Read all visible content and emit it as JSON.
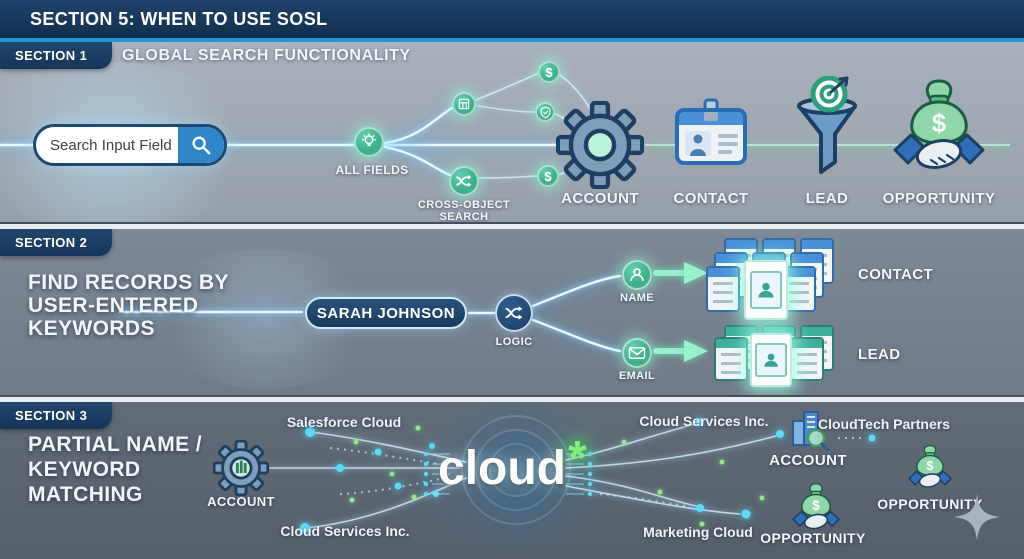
{
  "header": {
    "title": "SECTION 5: WHEN TO USE SOSL"
  },
  "colors": {
    "header_navy": "#16395F",
    "stripe_blue": "#2196D6",
    "section1_bg": "#9CA6B1",
    "section2_bg": "#79848F",
    "section3_bg": "#5D6873",
    "tab_navy": "#1C4166",
    "node_teal": "#3FAE8C",
    "node_green": "#46B878",
    "beam_cyan": "#BFE9FF",
    "arrow_green": "#9AF0CC",
    "wildcard_green": "#7DF07D",
    "card_header_blue": "#4A90D9",
    "card_header_teal": "#3FAE9F"
  },
  "section1": {
    "tab": "SECTION 1",
    "title": "GLOBAL SEARCH FUNCTIONALITY",
    "search_value": "Search Input Field",
    "all_fields_label": "ALL FIELDS",
    "cross_object_label_line1": "CROSS-OBJECT",
    "cross_object_label_line2": "SEARCH",
    "dollar": "$",
    "entities": [
      {
        "label": "ACCOUNT"
      },
      {
        "label": "CONTACT"
      },
      {
        "label": "LEAD"
      },
      {
        "label": "OPPORTUNITY"
      }
    ]
  },
  "section2": {
    "tab": "SECTION 2",
    "title_line1": "FIND RECORDS BY",
    "title_line2": "USER-ENTERED",
    "title_line3": "KEYWORDS",
    "keyword": "SARAH JOHNSON",
    "logic_label": "LOGIC",
    "branch_name_label": "NAME",
    "branch_email_label": "EMAIL",
    "result_contact_label": "CONTACT",
    "result_lead_label": "LEAD"
  },
  "section3": {
    "tab": "SECTION 3",
    "title_line1": "PARTIAL NAME /",
    "title_line2": "KEYWORD",
    "title_line3": "MATCHING",
    "left_entity_label": "ACCOUNT",
    "match_salesforce_cloud": "Salesforce Cloud",
    "match_cloud_services_left": "Cloud Services Inc.",
    "center_term": "cloud",
    "wildcard": "*",
    "match_cloud_services_right": "Cloud Services Inc.",
    "right_account_label": "ACCOUNT",
    "match_cloudtech_partners": "CloudTech Partners",
    "match_marketing_cloud": "Marketing Cloud",
    "opportunity_center_label": "OPPORTUNITY",
    "opportunity_right_label": "OPPORTUNITY",
    "dollar": "$"
  }
}
